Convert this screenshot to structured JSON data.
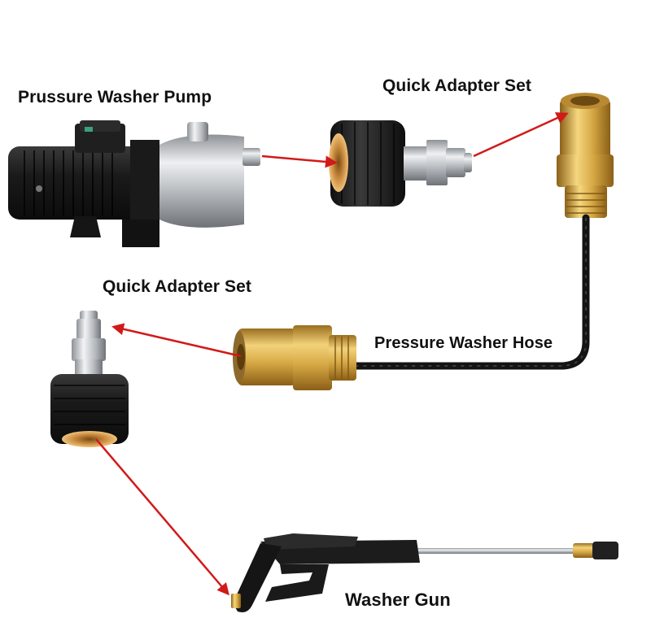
{
  "labels": {
    "pump": "Prussure Washer Pump",
    "quick_adapter_top": "Quick Adapter Set",
    "quick_adapter_left": "Quick Adapter Set",
    "hose": "Pressure Washer Hose",
    "gun": "Washer Gun"
  },
  "colors": {
    "arrow": "#d11a1a",
    "brass": "#d4a84a",
    "rubber": "#1e1e1e",
    "steel": "#c9cccf"
  }
}
